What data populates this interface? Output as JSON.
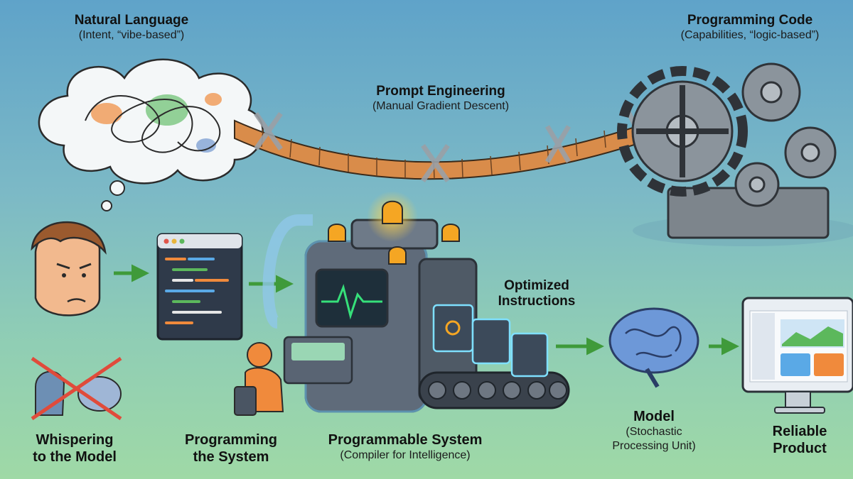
{
  "labels": {
    "natural_language_title": "Natural Language",
    "natural_language_sub": "(Intent, “vibe-based”)",
    "programming_code_title": "Programming Code",
    "programming_code_sub": "(Capabilities, “logic-based”)",
    "prompt_engineering_title": "Prompt Engineering",
    "prompt_engineering_sub": "(Manual Gradient Descent)",
    "optimized_line1": "Optimized",
    "optimized_line2": "Instructions",
    "whispering_line1": "Whispering",
    "whispering_line2": "to the Model",
    "programming_system_line1": "Programming",
    "programming_system_line2": "the System",
    "programmable_title": "Programmable System",
    "programmable_sub": "(Compiler for Intelligence)",
    "model_title": "Model",
    "model_sub1": "(Stochastic",
    "model_sub2": "Processing Unit)",
    "reliable_line1": "Reliable",
    "reliable_line2": "Product"
  },
  "colors": {
    "arrow": "#3f9a3a",
    "wood": "#d98c4a",
    "gear": "#8b949c",
    "beacon": "#f5a623",
    "screen_glow": "#36e07a"
  }
}
